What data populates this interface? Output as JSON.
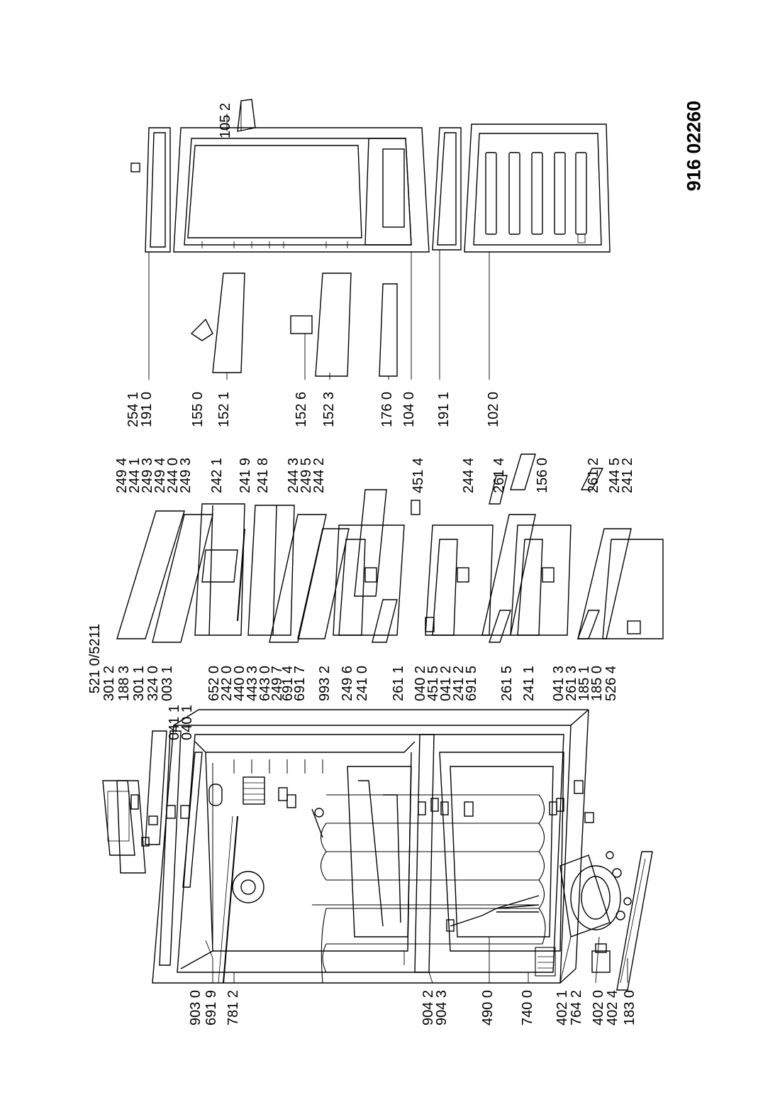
{
  "drawing_number": "916 02260",
  "callouts": {
    "r903_0": "903 0",
    "r691_9": "691 9",
    "r781_2": "781 2",
    "r904_2": "904 2",
    "r904_3": "904 3",
    "r490_0": "490 0",
    "r740_0": "740 0",
    "r402_1": "402 1",
    "r764_2": "764 2",
    "r402_0": "402 0",
    "r402_4": "402 4",
    "r183_0": "183 0",
    "r521_0": "521 0/5211",
    "r301_2": "301 2",
    "r188_3": "188 3",
    "r301_1": "301 1",
    "r324_0": "324 0",
    "r003_1": "003 1",
    "r041_1": "041 1",
    "r040_1": "040 1",
    "r652_0": "652 0",
    "r242_0": "242 0",
    "r440_0": "440 0",
    "r443_3": "443 3",
    "r643_0": "643 0",
    "r249_7": "249 7",
    "r691_4": "691 4",
    "r691_7": "691 7",
    "r993_2": "993 2",
    "r249_6": "249 6",
    "r241_0": "241 0",
    "r261_1": "261 1",
    "r040_2": "040 2",
    "r451_5": "451 5",
    "r041_2": "041 2",
    "r241_2": "241 2",
    "r691_5": "691 5",
    "r261_5": "261 5",
    "r241_1": "241 1",
    "r041_3": "041 3",
    "r261_3": "261 3",
    "r185_1": "185 1",
    "r185_0": "185 0",
    "r526_4": "526 4",
    "r249_4": "249 4",
    "r244_1": "244 1",
    "r249_3": "249 3",
    "r249_4b": "249 4",
    "r244_0": "244 0",
    "r249_3b": "249 3",
    "r242_1": "242 1",
    "r241_9": "241 9",
    "r241_8": "241 8",
    "r244_3": "244 3",
    "r249_5": "249 5",
    "r244_2": "244 2",
    "r451_4": "451 4",
    "r244_4": "244 4",
    "r261_4": "261 4",
    "r156_0": "156 0",
    "r261_2": "261 2",
    "r244_5": "244 5",
    "r241_2b": "241 2",
    "r254_1": "254 1",
    "r191_0": "191 0",
    "r155_0": "155 0",
    "r152_1": "152 1",
    "r152_6": "152 6",
    "r152_3": "152 3",
    "r176_0": "176 0",
    "r104_0": "104 0",
    "r191_1": "191 1",
    "r102_0": "102 0",
    "r105_2": "105 2"
  }
}
